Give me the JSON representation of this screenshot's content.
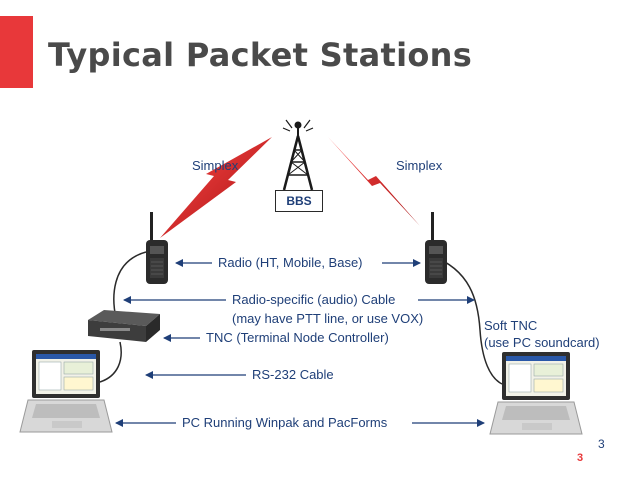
{
  "slide": {
    "title": "Typical Packet Stations",
    "accent_color": "#e8383a",
    "text_color": "#1f3f78"
  },
  "diagram": {
    "simplex_left": "Simplex",
    "simplex_right": "Simplex",
    "bbs": "BBS",
    "radio": "Radio (HT, Mobile, Base)",
    "cable_line1": "Radio-specific (audio) Cable",
    "cable_line2": "(may have PTT line, or use VOX)",
    "tnc": "TNC  (Terminal Node Controller)",
    "soft_tnc_line1": "Soft TNC",
    "soft_tnc_line2": "(use PC soundcard)",
    "rs232": "RS-232 Cable",
    "pc": "PC Running Winpak and PacForms"
  },
  "footer": {
    "page_number": "3",
    "page_number_small": "3"
  },
  "icons": [
    "tower-icon",
    "lightning-bolt-icon",
    "handheld-radio-icon",
    "tnc-box-icon",
    "laptop-icon",
    "arrow-icon"
  ]
}
